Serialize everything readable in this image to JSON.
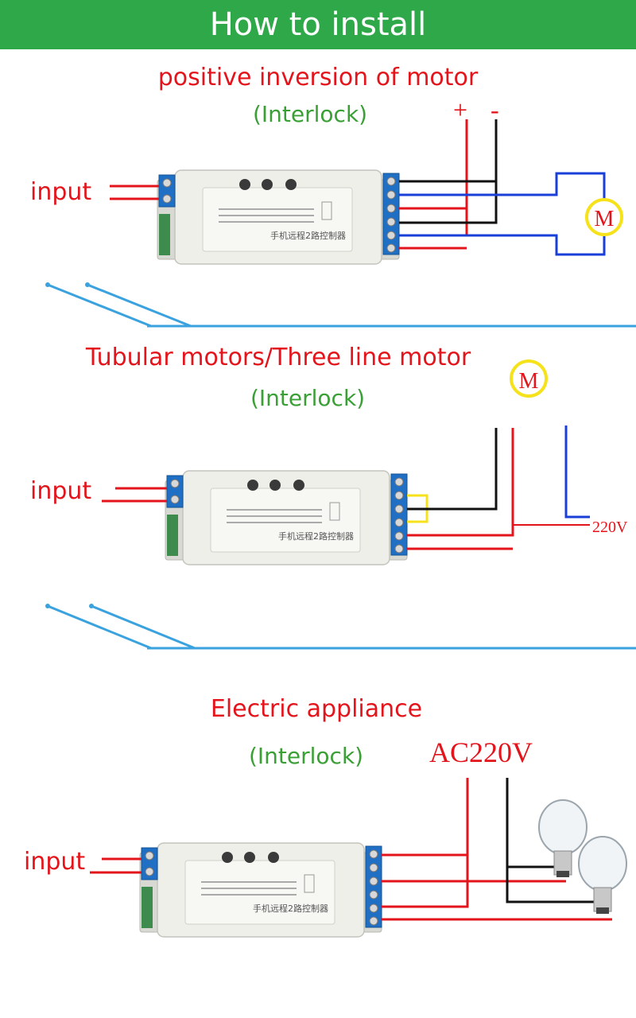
{
  "banner": {
    "title": "How to install"
  },
  "colors": {
    "banner_green": "#2fa84a",
    "title_red": "#e3141b",
    "note_green": "#3aa035",
    "wire_red": "#e3141b",
    "wire_black": "#111111",
    "wire_blue": "#1a3fd8",
    "wire_yellow": "#f5e21a",
    "divider_blue": "#3aa2de"
  },
  "section1": {
    "title": "positive inversion of motor",
    "note": "(Interlock)",
    "plus": "+",
    "minus": "-",
    "input": "input",
    "motor": "M"
  },
  "section2": {
    "title": "Tubular motors/Three line motor",
    "note": "(Interlock)",
    "input": "input",
    "motor": "M",
    "voltage": "220V"
  },
  "section3": {
    "title": "Electric appliance",
    "note": "(Interlock)",
    "input": "input",
    "voltage": "AC220V"
  },
  "device": {
    "label": "手机远程2路控制器"
  }
}
